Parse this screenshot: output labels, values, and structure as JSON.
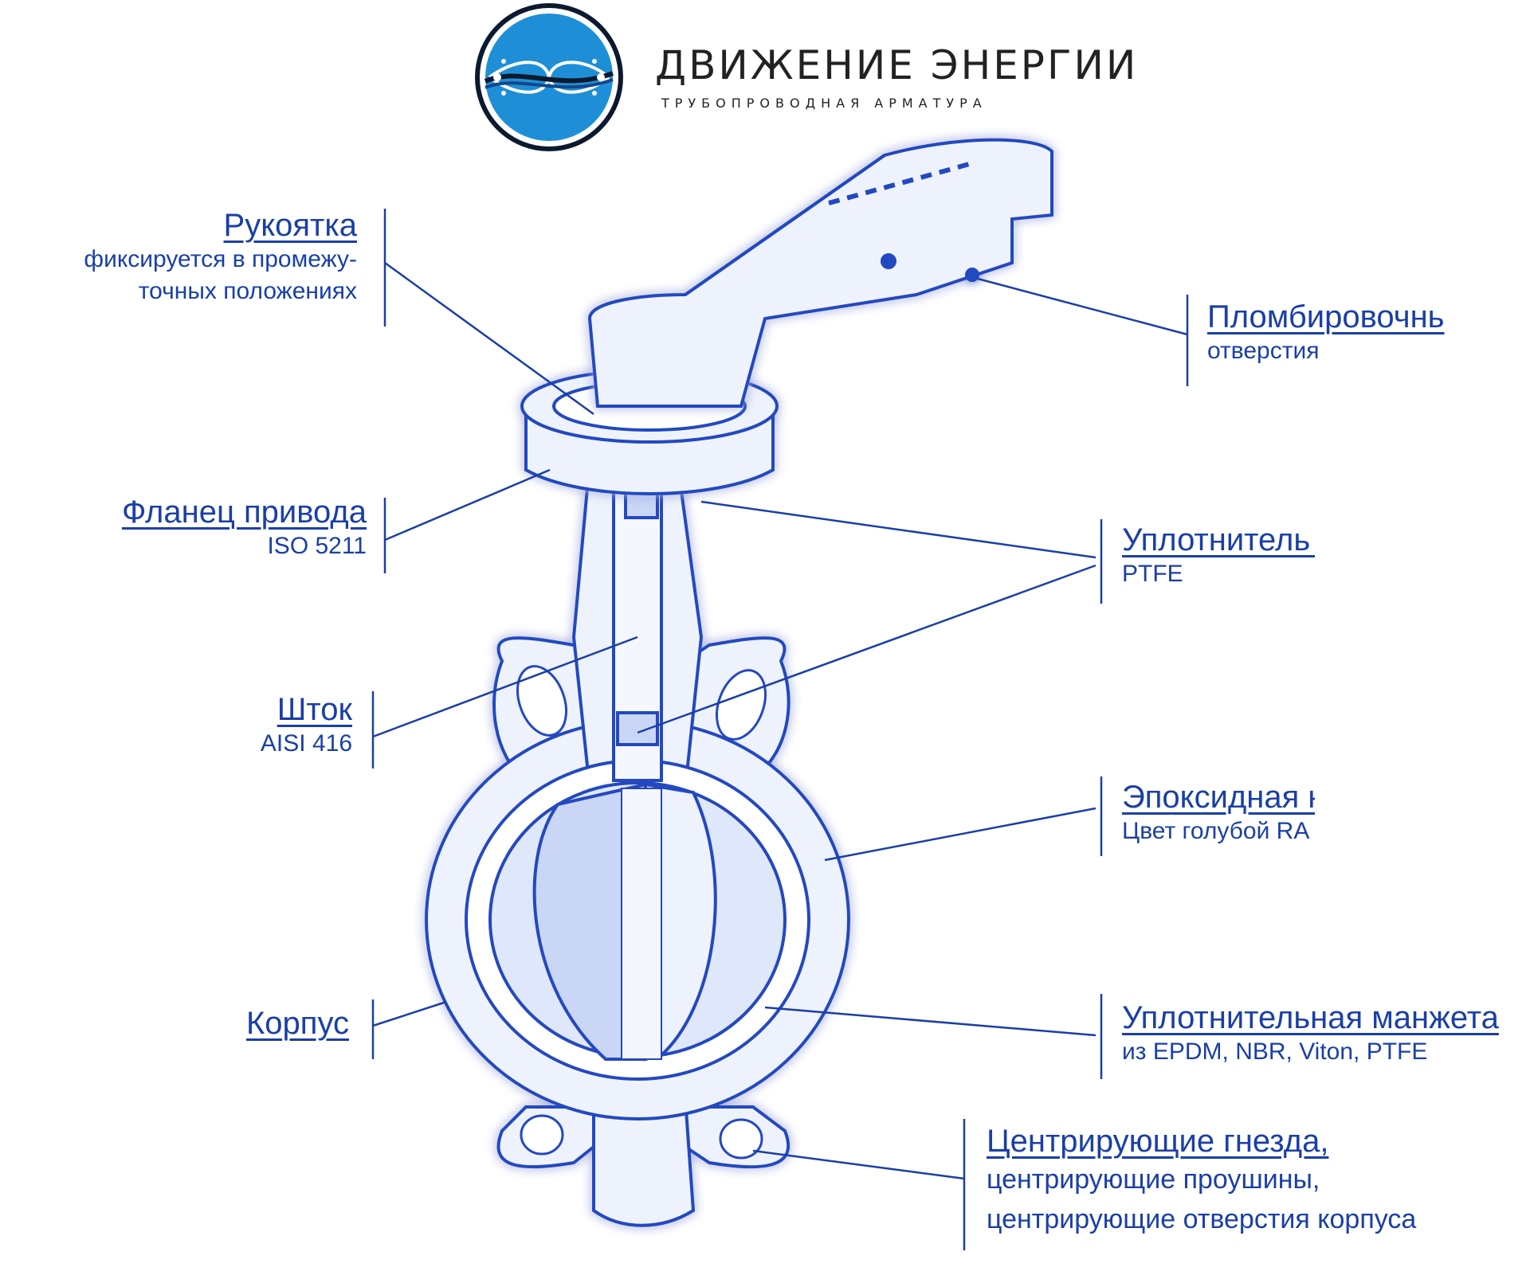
{
  "brand": {
    "name": "ДВИЖЕНИЕ  ЭНЕРГИИ",
    "subtitle": "ТРУБОПРОВОДНАЯ АРМАТУРА",
    "logo_colors": [
      "#1e8fd6",
      "#0b1a2e",
      "#ffffff"
    ]
  },
  "labels": {
    "handle": {
      "title": "Рукоятка",
      "lines": [
        "фиксируется в промежу-",
        "точных положениях"
      ]
    },
    "seal_hole": {
      "title": "Пломбировочнь",
      "lines": [
        "отверстия"
      ]
    },
    "actuator_flange": {
      "title": "Фланец привода",
      "lines": [
        "ISO 5211"
      ]
    },
    "stem_seal": {
      "title": "Уплотнитель ш",
      "lines": [
        "PTFE"
      ]
    },
    "stem": {
      "title": "Шток",
      "lines": [
        "AISI 416"
      ]
    },
    "epoxy": {
      "title": "Эпоксидная кр",
      "lines": [
        "Цвет голубой RA"
      ]
    },
    "body": {
      "title": "Корпус",
      "lines": []
    },
    "liner": {
      "title": "Уплотнительная манжета",
      "lines": [
        "из EPDM, NBR, Viton, PTFE"
      ]
    },
    "centering": {
      "title": "Центрирующие гнезда,",
      "lines": [
        "центрирующие проушины,",
        "центрирующие отверстия корпуса"
      ]
    }
  },
  "colors": {
    "ink": "#1a3fa6",
    "sketch": "#2448c0",
    "sketch_light": "#c9d6f5",
    "glow": "#7fa2ff"
  }
}
